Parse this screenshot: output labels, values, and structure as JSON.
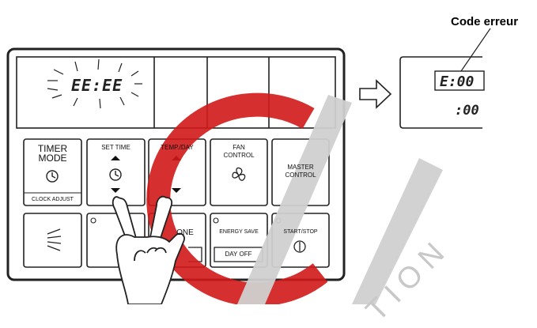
{
  "display": {
    "flash_code": "EE:EE"
  },
  "error_display": {
    "callout_label": "Code erreur",
    "main_code": "E:00",
    "sub_code": ":00"
  },
  "buttons": {
    "timer_mode": {
      "line1": "TIMER",
      "line2": "MODE",
      "sub": "CLOCK ADJUST"
    },
    "set_time": {
      "label": "SET TIME"
    },
    "temp_day": {
      "label": "TEMP./DAY"
    },
    "fan_control": {
      "line1": "FAN",
      "line2": "CONTROL"
    },
    "master_control": {
      "line1": "MASTER",
      "line2": "CONTROL"
    },
    "zone": {
      "label": "ONE"
    },
    "energy_save": {
      "label": "ENERGY SAVE",
      "sub": "DAY OFF"
    },
    "start_stop": {
      "label": "START/STOP"
    }
  },
  "watermark": {
    "text": "TION"
  },
  "colors": {
    "line": "#222222",
    "panel": "#ffffff",
    "watermark_red": "#d21818",
    "watermark_gray": "#d0d0d0"
  }
}
